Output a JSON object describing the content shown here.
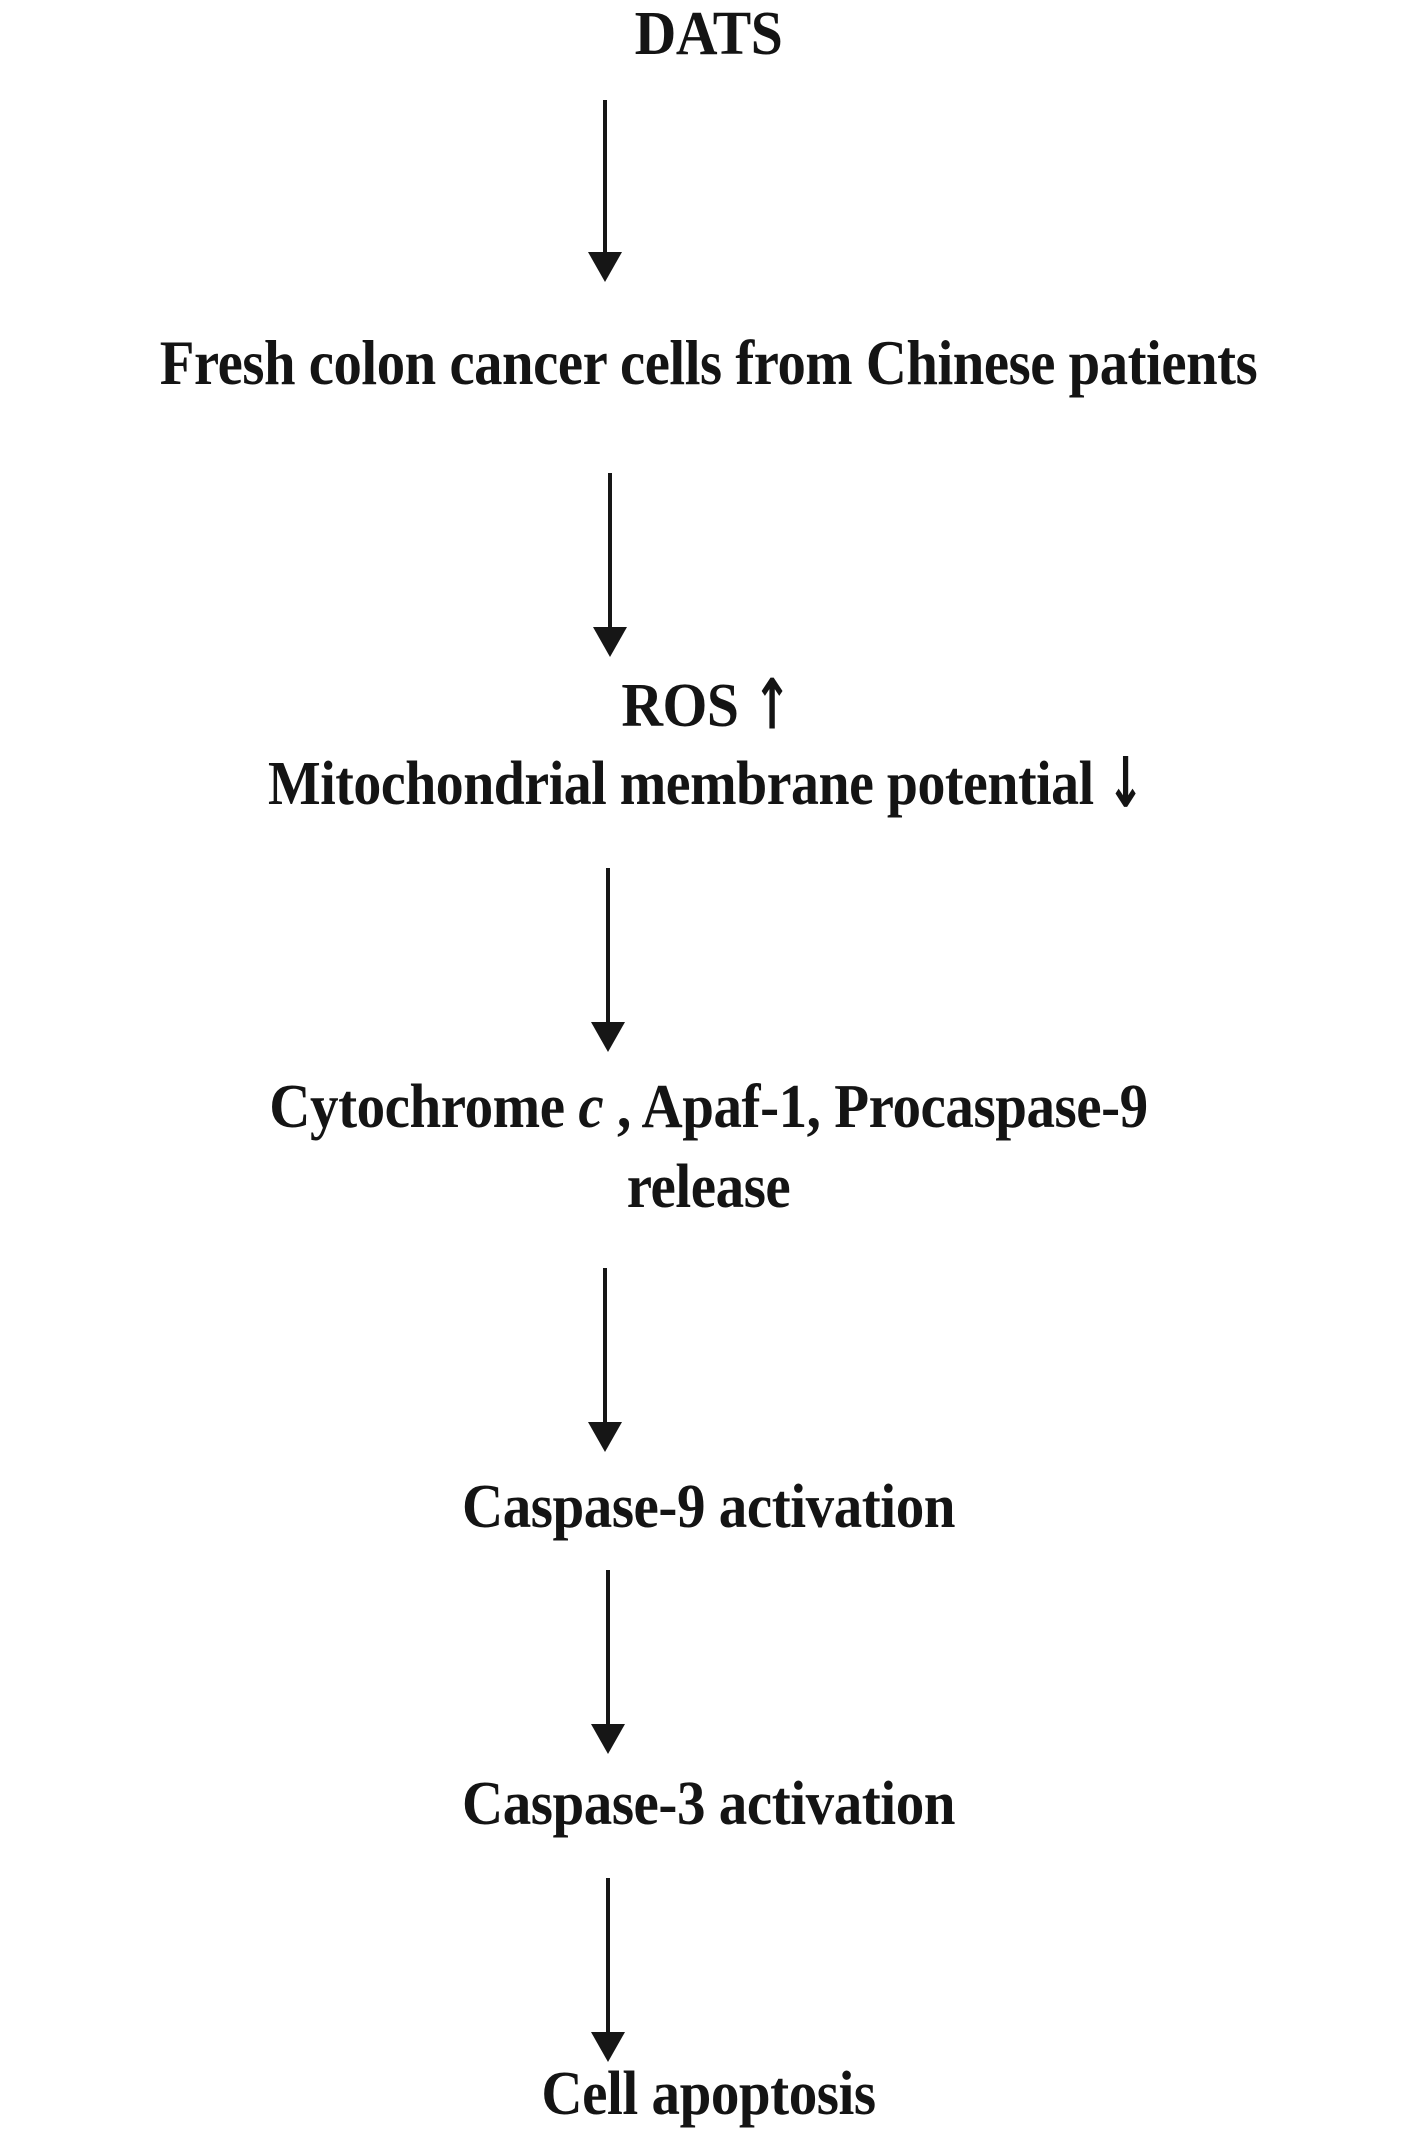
{
  "diagram": {
    "title": "DATS apoptosis signaling pathway flowchart",
    "background_color": "#ffffff",
    "text_color": "#141414",
    "orientation": "vertical top-to-bottom",
    "nodes": [
      {
        "id": "dats",
        "label": "DATS"
      },
      {
        "id": "fresh",
        "label": "Fresh colon cancer cells from Chinese patients"
      },
      {
        "id": "ros",
        "label": "ROS",
        "indicator": "↑"
      },
      {
        "id": "mito",
        "label": "Mitochondrial membrane potential",
        "indicator": "↓"
      },
      {
        "id": "cyto_line1_pre",
        "label": "Cytochrome"
      },
      {
        "id": "cyto_italic",
        "label": "c"
      },
      {
        "id": "cyto_line1_post",
        "label": ", Apaf-1, Procaspase-9"
      },
      {
        "id": "cyto_line2",
        "label": "release"
      },
      {
        "id": "casp9",
        "label": "Caspase-9 activation"
      },
      {
        "id": "casp3",
        "label": "Caspase-3 activation"
      },
      {
        "id": "apop",
        "label": "Cell apoptosis"
      }
    ],
    "arrows": [
      {
        "id": "arrow-1",
        "from": "dats",
        "to": "fresh",
        "glyph": "down-arrow"
      },
      {
        "id": "arrow-2",
        "from": "fresh",
        "to": "ros",
        "glyph": "down-arrow"
      },
      {
        "id": "arrow-3",
        "from": "mito",
        "to": "cyto",
        "glyph": "down-arrow"
      },
      {
        "id": "arrow-4",
        "from": "cyto",
        "to": "casp9",
        "glyph": "down-arrow"
      },
      {
        "id": "arrow-5",
        "from": "casp9",
        "to": "casp3",
        "glyph": "down-arrow"
      },
      {
        "id": "arrow-6",
        "from": "casp3",
        "to": "apop",
        "glyph": "down-arrow"
      }
    ]
  }
}
